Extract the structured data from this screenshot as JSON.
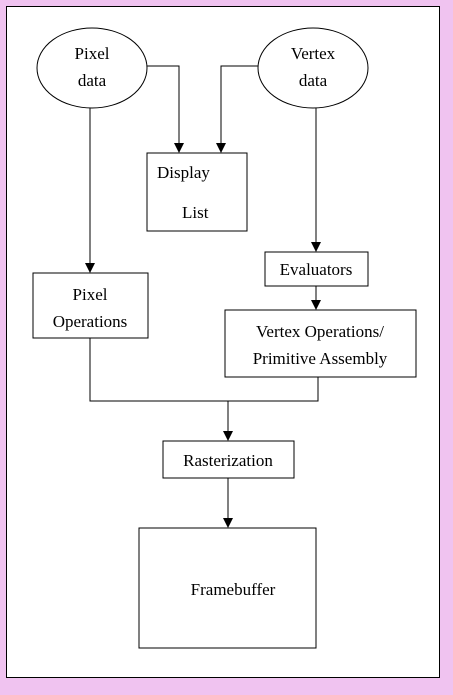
{
  "colors": {
    "border_background": "#f0c3f0",
    "canvas": "#ffffff",
    "stroke": "#000000"
  },
  "nodes": {
    "pixel_data": {
      "line1": "Pixel",
      "line2": "data"
    },
    "vertex_data": {
      "line1": "Vertex",
      "line2": "data"
    },
    "display_list": {
      "line1": "Display",
      "line2": "List"
    },
    "evaluators": {
      "label": "Evaluators"
    },
    "pixel_operations": {
      "line1": "Pixel",
      "line2": "Operations"
    },
    "vertex_operations": {
      "line1": "Vertex Operations/",
      "line2": "Primitive Assembly"
    },
    "rasterization": {
      "label": "Rasterization"
    },
    "framebuffer": {
      "label": "Framebuffer"
    }
  }
}
